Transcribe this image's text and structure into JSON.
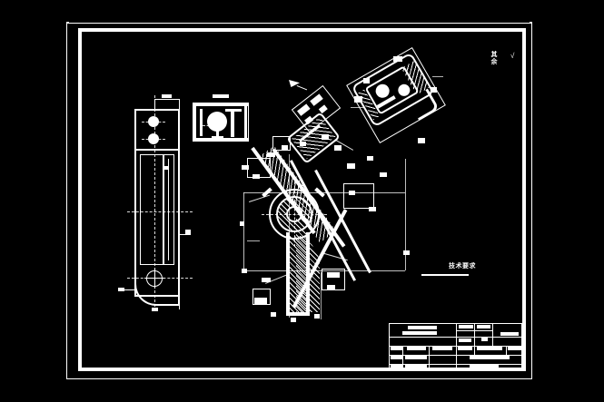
{
  "drawing": {
    "type": "cad-engineering-drawing",
    "background": "#000000",
    "line_color": "#ffffff",
    "sheet": {
      "outer_border": "thin",
      "inner_border": "thick"
    },
    "surface_finish_note": {
      "label": "其余",
      "symbol": "√"
    },
    "technical_requirements": {
      "heading": "技术要求",
      "body": ""
    },
    "views": [
      {
        "name": "front-view",
        "label": ""
      },
      {
        "name": "section-view",
        "label": ""
      },
      {
        "name": "main-view",
        "label": ""
      },
      {
        "name": "detail-view",
        "label": ""
      }
    ]
  },
  "title_block": {
    "rows": [
      {
        "cells": [
          "",
          "",
          "",
          "",
          ""
        ]
      },
      {
        "cells": [
          "",
          "",
          "",
          "",
          "",
          ""
        ]
      },
      {
        "cells": [
          "",
          "",
          "",
          ""
        ]
      },
      {
        "cells": [
          "",
          "",
          "",
          ""
        ]
      }
    ],
    "fields": {
      "part_name": "",
      "material": "",
      "scale": "",
      "sheet": "",
      "drawn_by": "",
      "checked_by": "",
      "institution": "",
      "drawing_number": ""
    }
  },
  "dimensions": {
    "front_view": [
      "",
      "",
      "",
      "",
      ""
    ],
    "main_view": [
      "",
      "",
      "",
      "",
      "",
      "",
      "",
      ""
    ],
    "detail_view": [
      "",
      "",
      ""
    ]
  }
}
